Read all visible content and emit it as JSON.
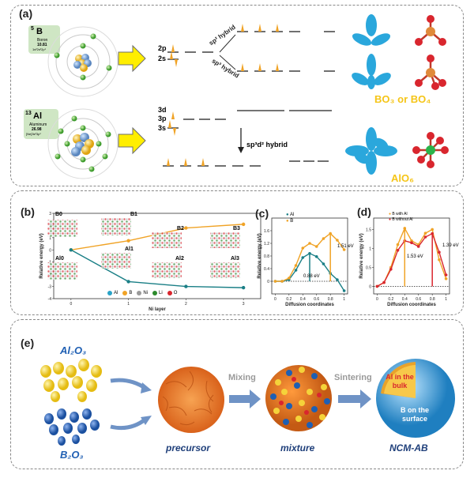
{
  "panel_a": {
    "label": "(a)",
    "boron_card": {
      "number": "5",
      "symbol": "B",
      "name": "Boron",
      "mass": "10.81",
      "config": "1s²2s²2p¹"
    },
    "aluminum_card": {
      "number": "13",
      "symbol": "Al",
      "name": "Aluminum",
      "mass": "26.98",
      "config": "[Ne]3s²3p¹"
    },
    "boron_levels": [
      "2p",
      "2s"
    ],
    "boron_hybrids": [
      "sp² hybrid",
      "sp³ hybrid"
    ],
    "aluminum_levels": [
      "3d",
      "3p",
      "3s"
    ],
    "aluminum_hybrid": "sp³d² hybrid",
    "boron_product": "BO₃ or BO₄",
    "aluminum_product": "AlO₆",
    "accent_color": "#f5c518"
  },
  "panel_b": {
    "label": "(b)",
    "structure_labels": [
      "B0",
      "B1",
      "B2",
      "B3",
      "Al0",
      "Al1",
      "Al2",
      "Al3"
    ],
    "legend": [
      "Al",
      "B",
      "Ni",
      "Li",
      "O"
    ]
  },
  "panel_c": {
    "label": "(c)",
    "legend": [
      "Al",
      "B"
    ],
    "annotations": [
      "0.88 eV",
      "1.51 eV"
    ]
  },
  "panel_d": {
    "label": "(d)",
    "legend": [
      "B with Al",
      "B without Al"
    ],
    "annotations": [
      "1.53 eV",
      "1.39 eV"
    ]
  },
  "chart_data": [
    {
      "type": "line",
      "panel": "b",
      "xlabel": "Ni layer",
      "ylabel": "Relative energy (eV)",
      "xlim": [
        -0.3,
        3.3
      ],
      "ylim": [
        -4,
        3
      ],
      "xticks": [
        0,
        1,
        2,
        3
      ],
      "yticks": [
        -4,
        -3,
        -2,
        -1,
        0,
        1,
        2,
        3
      ],
      "series": [
        {
          "name": "B",
          "color": "#f0a326",
          "x": [
            0,
            1,
            2,
            3
          ],
          "y": [
            0,
            0.75,
            1.8,
            2.1
          ]
        },
        {
          "name": "Al",
          "color": "#1a7f86",
          "x": [
            0,
            1,
            2,
            3
          ],
          "y": [
            0,
            -2.6,
            -3.0,
            -3.1
          ]
        }
      ]
    },
    {
      "type": "line",
      "panel": "c",
      "xlabel": "Diffusion coordinates",
      "ylabel": "Relative energy (eV)",
      "xlim": [
        -0.05,
        1.05
      ],
      "ylim": [
        -0.4,
        2.0
      ],
      "xticks": [
        0.0,
        0.2,
        0.4,
        0.6,
        0.8,
        1.0
      ],
      "yticks": [
        0.0,
        0.4,
        0.8,
        1.2,
        1.6
      ],
      "series": [
        {
          "name": "Al",
          "color": "#1a7f86",
          "x": [
            0,
            0.1,
            0.2,
            0.3,
            0.4,
            0.5,
            0.6,
            0.7,
            0.8,
            0.9,
            1.0
          ],
          "y": [
            0,
            0,
            0.05,
            0.35,
            0.75,
            0.88,
            0.78,
            0.55,
            0.25,
            0.05,
            -0.3
          ]
        },
        {
          "name": "B",
          "color": "#f0a326",
          "x": [
            0,
            0.1,
            0.2,
            0.3,
            0.4,
            0.5,
            0.6,
            0.7,
            0.8,
            0.9,
            1.0
          ],
          "y": [
            0,
            0,
            0.1,
            0.5,
            1.05,
            1.2,
            1.1,
            1.35,
            1.51,
            1.3,
            1.0
          ]
        }
      ]
    },
    {
      "type": "line",
      "panel": "d",
      "xlabel": "Diffusion coordinates",
      "ylabel": "Relative energy (eV)",
      "xlim": [
        -0.05,
        1.05
      ],
      "ylim": [
        -0.2,
        1.8
      ],
      "xticks": [
        0.0,
        0.2,
        0.4,
        0.6,
        0.8,
        1.0
      ],
      "yticks": [
        0.0,
        0.5,
        1.0,
        1.5
      ],
      "series": [
        {
          "name": "B with Al",
          "color": "#f0a326",
          "x": [
            0,
            0.1,
            0.2,
            0.3,
            0.4,
            0.5,
            0.6,
            0.7,
            0.8,
            0.9,
            1.0
          ],
          "y": [
            0,
            0.1,
            0.5,
            1.1,
            1.53,
            1.2,
            1.1,
            1.4,
            1.5,
            0.7,
            0.2
          ]
        },
        {
          "name": "B without Al",
          "color": "#d9262e",
          "x": [
            0,
            0.1,
            0.2,
            0.3,
            0.4,
            0.5,
            0.6,
            0.7,
            0.8,
            0.9,
            1.0
          ],
          "y": [
            0,
            0.1,
            0.45,
            0.95,
            1.2,
            1.15,
            1.05,
            1.3,
            1.39,
            0.9,
            0.3
          ]
        }
      ]
    }
  ],
  "panel_e": {
    "label": "(e)",
    "al2o3_label": "Al₂O₃",
    "b2o3_label": "B₂O₃",
    "steps": [
      "precursor",
      "mixture",
      "NCM-AB"
    ],
    "arrows": [
      "Mixing",
      "Sintering"
    ],
    "bulk_label": "Al in the bulk",
    "surface_label": "B on the surface",
    "colors": {
      "al2o3": "#f5d33a",
      "b2o3": "#1f5fb3",
      "precursor": "#f08a2a",
      "surface": "#3aa0d8"
    }
  }
}
